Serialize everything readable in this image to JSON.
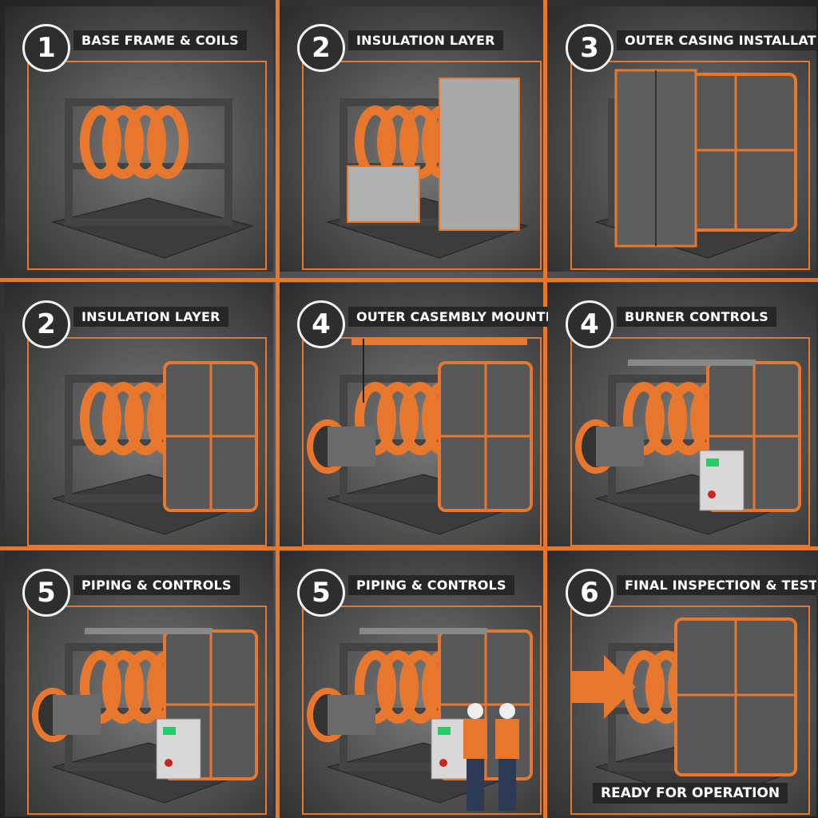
{
  "colors": {
    "accent": "#e8772e",
    "steel": "#5a5a5a",
    "panel_dark": "#262626"
  },
  "panels": [
    {
      "number": "1",
      "title": "BASE FRAME & COILS",
      "stage": "frame"
    },
    {
      "number": "2",
      "title": "INSULATION LAYER",
      "stage": "insulation"
    },
    {
      "number": "3",
      "title": "OUTER CASING INSTALLATION",
      "stage": "casing"
    },
    {
      "number": "2",
      "title": "INSULATION LAYER",
      "stage": "half-casing"
    },
    {
      "number": "4",
      "title": "OUTER CASEMBLY MOUNTING",
      "stage": "mounting"
    },
    {
      "number": "4",
      "title": "BURNER CONTROLS",
      "stage": "burner"
    },
    {
      "number": "5",
      "title": "PIPING & CONTROLS",
      "stage": "piping"
    },
    {
      "number": "5",
      "title": "PIPING & CONTROLS",
      "stage": "workers"
    },
    {
      "number": "6",
      "title": "FINAL INSPECTION & TESTING",
      "stage": "final",
      "footer": "READY FOR OPERATION"
    }
  ]
}
